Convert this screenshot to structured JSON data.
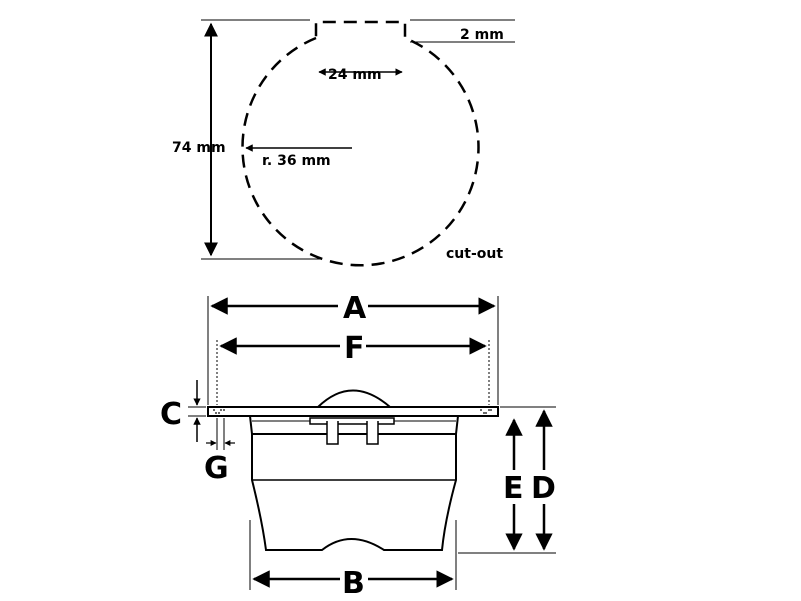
{
  "diagram": {
    "top": {
      "height_label": "74 mm",
      "notch_width_label": "24 mm",
      "notch_depth_label": "2 mm",
      "radius_label": "r.  36 mm",
      "cutout_label": "cut-out"
    },
    "side": {
      "label_a": "A",
      "label_f": "F",
      "label_c": "C",
      "label_g": "G",
      "label_e": "E",
      "label_d": "D",
      "label_b": "B"
    }
  },
  "colors": {
    "stroke": "#000000",
    "background": "#ffffff"
  }
}
